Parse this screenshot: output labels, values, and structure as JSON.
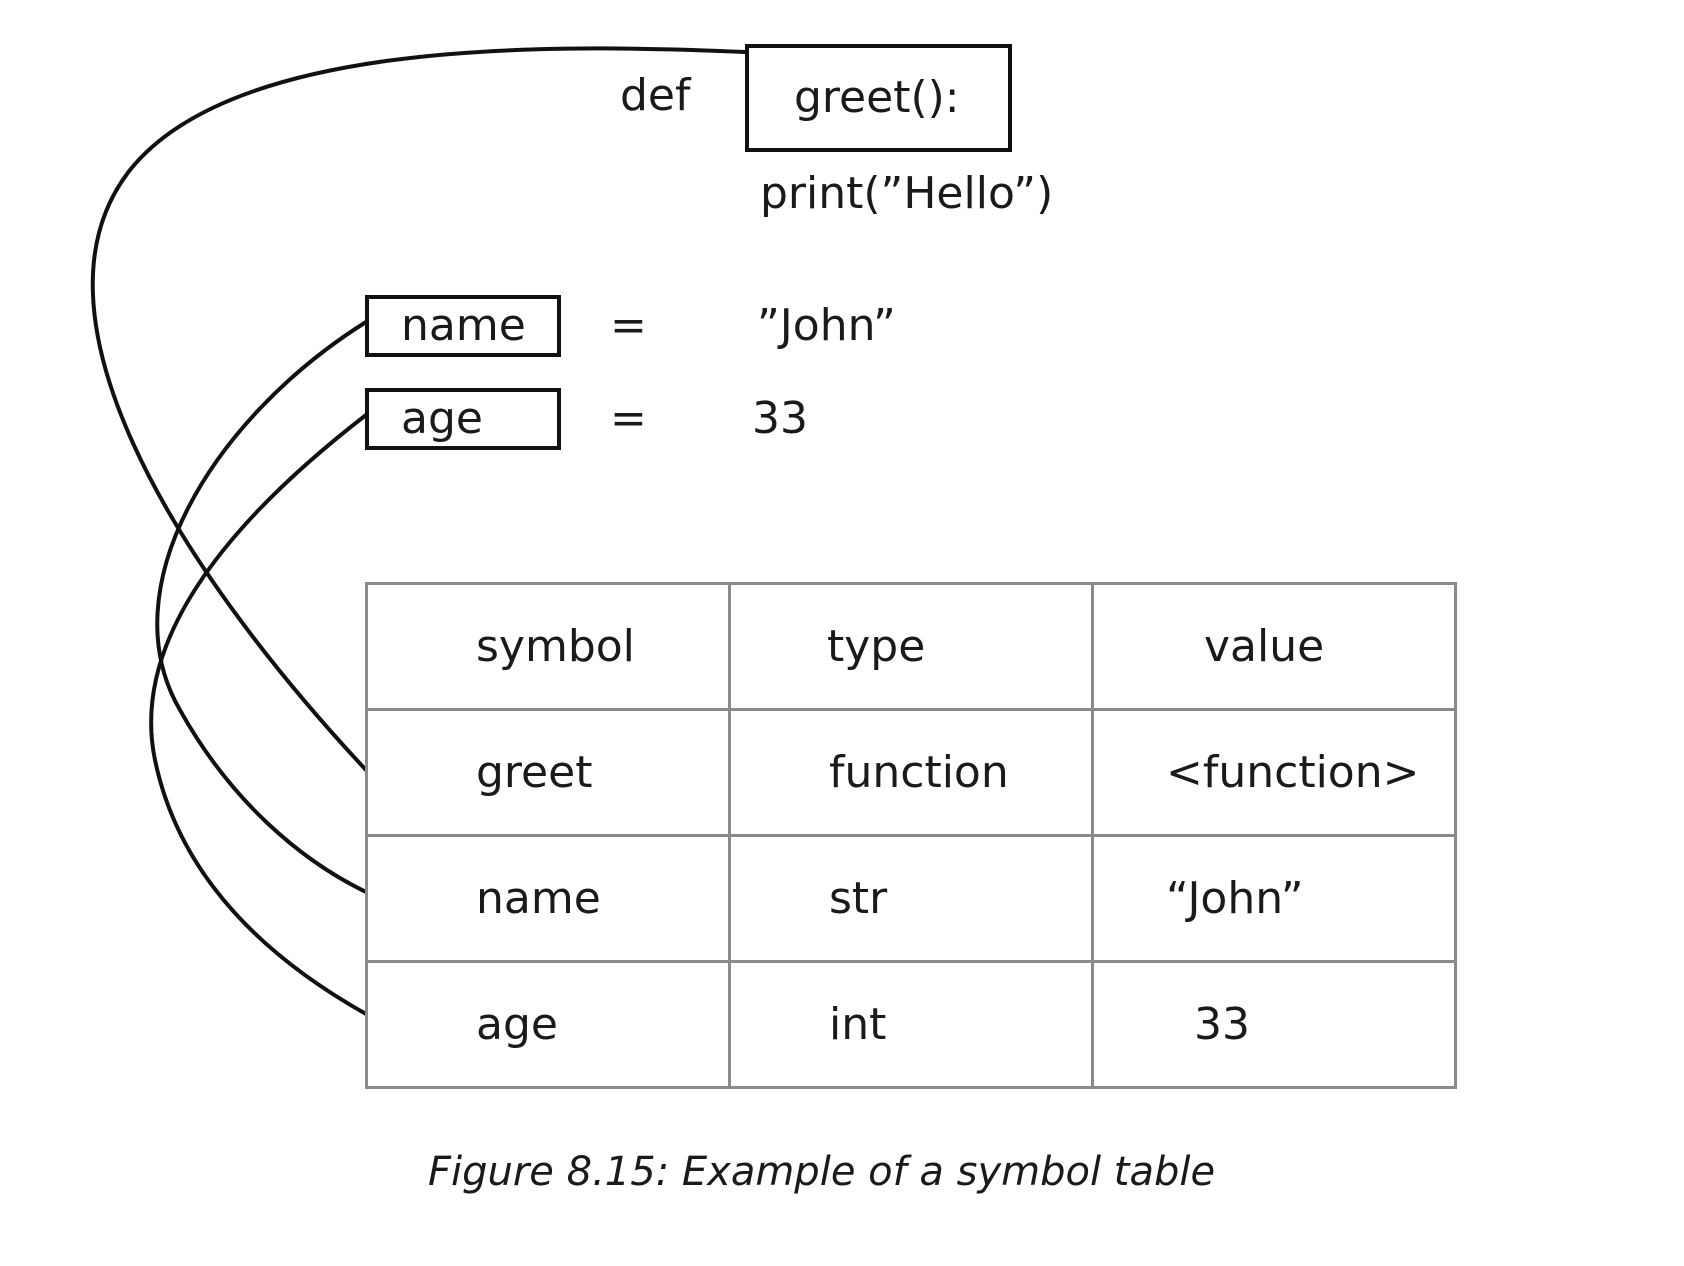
{
  "code": {
    "def_keyword": "def",
    "function_signature": "greet():",
    "function_body": "print(”Hello”)",
    "assignments": [
      {
        "variable": "name",
        "operator": "=",
        "value": "”John”"
      },
      {
        "variable": "age",
        "operator": "=",
        "value": "33"
      }
    ]
  },
  "table": {
    "headers": [
      "symbol",
      "type",
      "value"
    ],
    "rows": [
      [
        "greet",
        "function",
        "<function>"
      ],
      [
        "name",
        "str",
        "“John”"
      ],
      [
        "age",
        "int",
        "33"
      ]
    ]
  },
  "caption": "Figure 8.15: Example of a symbol table"
}
